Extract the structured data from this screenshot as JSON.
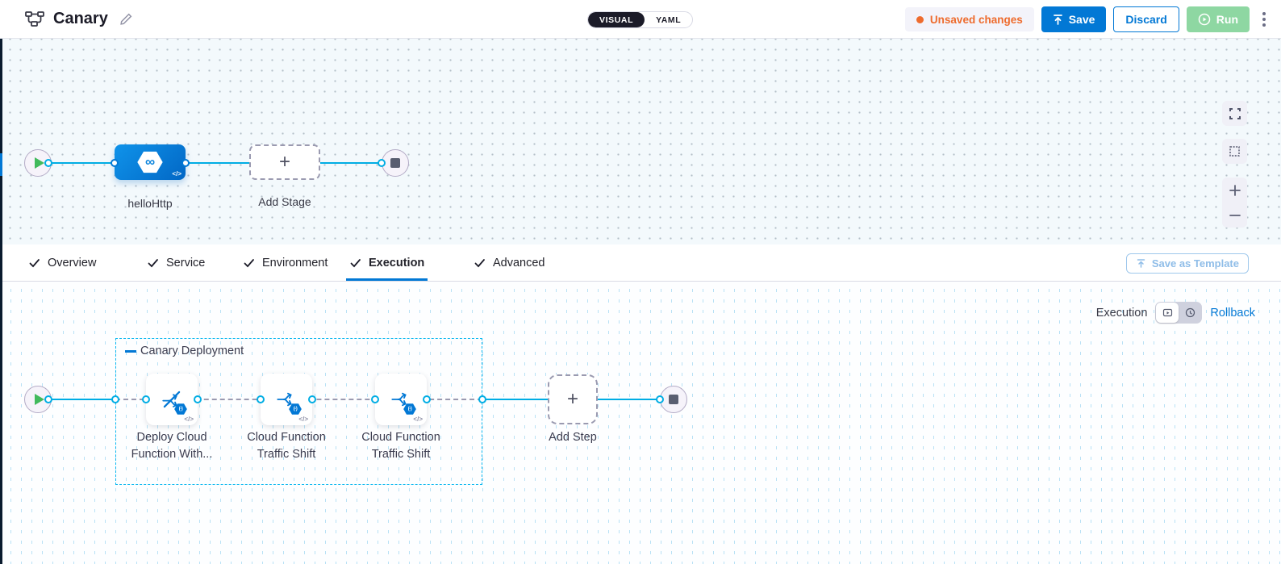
{
  "header": {
    "title": "Canary",
    "mode_visual": "VISUAL",
    "mode_yaml": "YAML",
    "unsaved_badge": "Unsaved changes",
    "save_label": "Save",
    "discard_label": "Discard",
    "run_label": "Run"
  },
  "stage_canvas": {
    "stage_label": "helloHttp",
    "add_stage_label": "Add Stage"
  },
  "tabs": [
    {
      "label": "Overview"
    },
    {
      "label": "Service"
    },
    {
      "label": "Environment"
    },
    {
      "label": "Execution"
    },
    {
      "label": "Advanced"
    }
  ],
  "tabbar": {
    "save_as_template_label": "Save as Template"
  },
  "execution_panel": {
    "view_label": "Execution",
    "rollback_label": "Rollback",
    "group_label": "Canary Deployment",
    "add_step_label": "Add Step",
    "steps": [
      {
        "label": "Deploy Cloud Function With..."
      },
      {
        "label": "Cloud Function Traffic Shift"
      },
      {
        "label": "Cloud Function Traffic Shift"
      }
    ]
  },
  "colors": {
    "accent_blue": "#0278d5",
    "connector_cyan": "#00ade4",
    "group_border_cyan": "#0bb8f0",
    "unsaved_orange": "#ee6b2d",
    "run_green_disabled": "#8ed7a2",
    "toggle_dark": "#1b1b28",
    "start_node_green": "#42ba5c"
  }
}
